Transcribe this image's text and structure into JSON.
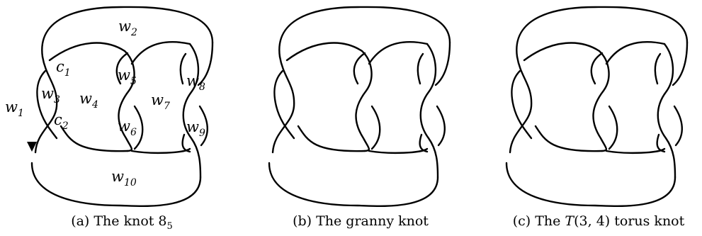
{
  "panels": [
    {
      "caption_prefix": "(a) The knot 8",
      "caption_sub": "5",
      "labels": [
        {
          "main": "w",
          "sub": "2"
        },
        {
          "main": "c",
          "sub": "1"
        },
        {
          "main": "w",
          "sub": "1"
        },
        {
          "main": "w",
          "sub": "3"
        },
        {
          "main": "w",
          "sub": "4"
        },
        {
          "main": "w",
          "sub": "5"
        },
        {
          "main": "w",
          "sub": "6"
        },
        {
          "main": "w",
          "sub": "7"
        },
        {
          "main": "w",
          "sub": "8"
        },
        {
          "main": "w",
          "sub": "9"
        },
        {
          "main": "c",
          "sub": "2"
        },
        {
          "main": "w",
          "sub": "10"
        }
      ]
    },
    {
      "caption": "(b) The granny knot"
    },
    {
      "caption_prefix": "(c) The ",
      "caption_math": "T",
      "caption_args": "(3, 4)",
      "caption_suffix": " torus knot"
    }
  ]
}
